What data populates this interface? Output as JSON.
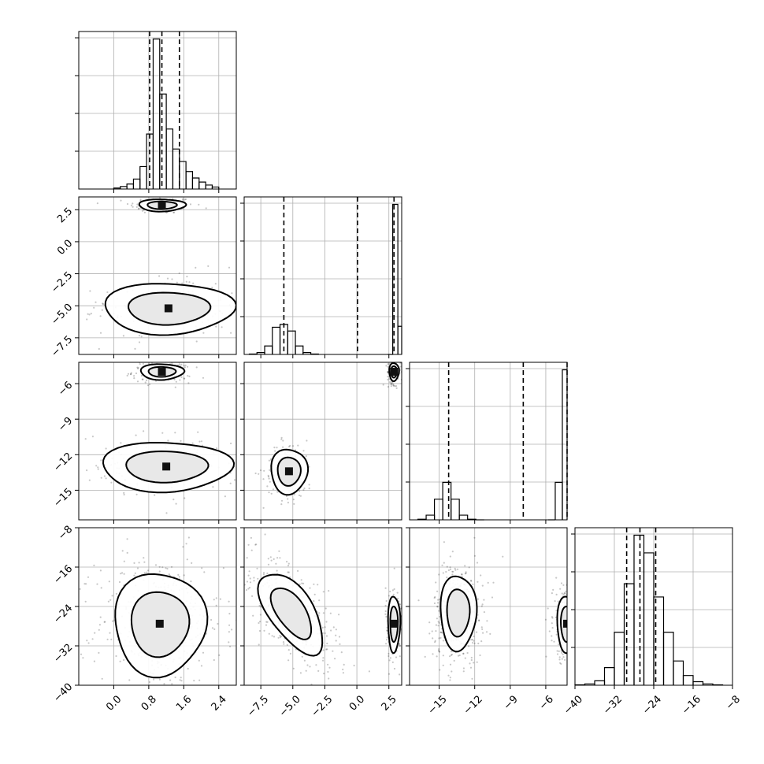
{
  "chart_data": {
    "type": "corner",
    "parameters": [
      {
        "ticks": [
          0.0,
          0.8,
          1.6,
          2.4
        ],
        "tick_labels": [
          "0.0",
          "0.8",
          "1.6",
          "2.4"
        ],
        "range": [
          -0.8,
          2.8
        ]
      },
      {
        "ticks": [
          -7.5,
          -5.0,
          -2.5,
          0.0,
          2.5
        ],
        "tick_labels": [
          "−7.5",
          "−5.0",
          "−2.5",
          "0.0",
          "2.5"
        ],
        "range": [
          -8.8,
          3.5
        ]
      },
      {
        "ticks": [
          -15,
          -12,
          -9,
          -6
        ],
        "tick_labels": [
          "−15",
          "−12",
          "−9",
          "−6"
        ],
        "range": [
          -17.5,
          -4.2
        ]
      },
      {
        "ticks": [
          -40,
          -32,
          -24,
          -16,
          -8
        ],
        "tick_labels": [
          "−40",
          "−32",
          "−24",
          "−16",
          "−8"
        ],
        "range": [
          -40,
          -8
        ]
      }
    ],
    "histograms": [
      {
        "bins": [
          0.0,
          0.15,
          0.3,
          0.45,
          0.6,
          0.75,
          0.9,
          1.05,
          1.2,
          1.35,
          1.5,
          1.65,
          1.8,
          1.95,
          2.1,
          2.25,
          2.4
        ],
        "counts": [
          2,
          5,
          10,
          20,
          45,
          110,
          300,
          190,
          120,
          80,
          55,
          35,
          22,
          14,
          8,
          4
        ],
        "quantiles": [
          0.82,
          1.1,
          1.5
        ]
      },
      {
        "bins": [
          -8.4,
          -7.8,
          -7.2,
          -6.6,
          -6.0,
          -5.4,
          -4.8,
          -4.2,
          -3.6,
          -3.0
        ],
        "counts": [
          2,
          10,
          45,
          145,
          160,
          125,
          45,
          10,
          2
        ],
        "extra_bins": [
          [
            2.4,
            2.8,
            0
          ],
          [
            2.8,
            3.2,
            800
          ],
          [
            3.2,
            3.6,
            150
          ]
        ],
        "quantiles": [
          -5.7,
          0.05,
          2.9
        ]
      },
      {
        "bins": [
          -16.8,
          -16.1,
          -15.4,
          -14.7,
          -14.0,
          -13.3,
          -12.6,
          -11.9,
          -11.2
        ],
        "counts": [
          3,
          25,
          110,
          200,
          110,
          25,
          3,
          0
        ],
        "extra_bins": [
          [
            -5.8,
            -5.2,
            0
          ],
          [
            -5.2,
            -4.6,
            200
          ],
          [
            -4.6,
            -4.0,
            800
          ],
          [
            -4.0,
            -3.4,
            50
          ]
        ],
        "quantiles": [
          -14.2,
          -7.9,
          -4.2
        ]
      },
      {
        "bins": [
          -40,
          -38,
          -36,
          -34,
          -32,
          -30,
          -28,
          -26,
          -24,
          -22,
          -20,
          -18,
          -16,
          -14,
          -12,
          -10
        ],
        "counts": [
          1,
          3,
          10,
          40,
          120,
          230,
          340,
          300,
          200,
          120,
          55,
          22,
          8,
          3,
          1
        ],
        "quantiles": [
          -29.5,
          -26.8,
          -23.6
        ]
      }
    ],
    "contours": [
      {
        "row": 1,
        "col": 0,
        "modes": [
          {
            "cx": 1.1,
            "cy": 2.85,
            "sx": 0.28,
            "sy": 0.25
          },
          {
            "cx": 1.25,
            "cy": -5.2,
            "sx": 0.78,
            "sy": 1.05
          }
        ]
      },
      {
        "row": 2,
        "col": 0,
        "modes": [
          {
            "cx": 1.1,
            "cy": -5.0,
            "sx": 0.26,
            "sy": 0.35
          },
          {
            "cx": 1.2,
            "cy": -13.0,
            "sx": 0.78,
            "sy": 1.1
          }
        ]
      },
      {
        "row": 3,
        "col": 0,
        "modes": [
          {
            "cx": 1.05,
            "cy": -27.5,
            "sx": 0.55,
            "sy": 5.5
          }
        ]
      },
      {
        "row": 2,
        "col": 1,
        "modes": [
          {
            "cx": -5.3,
            "cy": -13.4,
            "sx": 0.75,
            "sy": 1.0
          },
          {
            "cx": 2.9,
            "cy": -5.0,
            "sx": 0.2,
            "sy": 0.4
          }
        ]
      },
      {
        "row": 3,
        "col": 1,
        "modes": [
          {
            "cx": -5.1,
            "cy": -25.3,
            "sx": 0.9,
            "sy": 5.0,
            "tilt": 0.6
          },
          {
            "cx": 2.9,
            "cy": -27.5,
            "sx": 0.25,
            "sy": 3.0
          }
        ]
      },
      {
        "row": 3,
        "col": 2,
        "modes": [
          {
            "cx": -13.4,
            "cy": -25.2,
            "sx": 0.8,
            "sy": 4.0
          },
          {
            "cx": -4.2,
            "cy": -27.5,
            "sx": 0.45,
            "sy": 3.0
          }
        ]
      }
    ]
  }
}
